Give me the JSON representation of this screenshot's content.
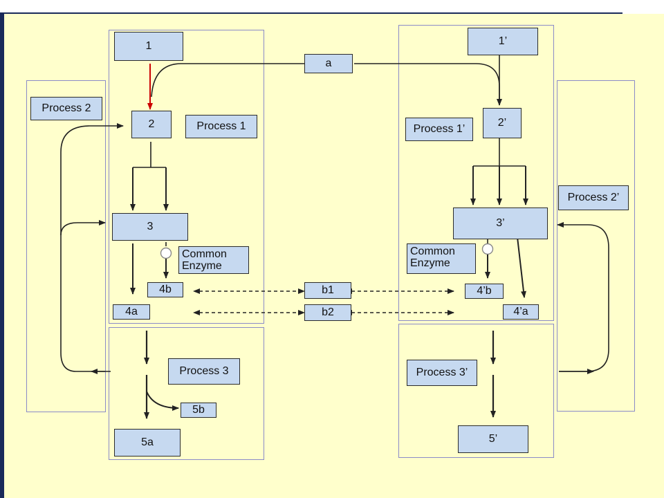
{
  "nodes": {
    "n1": "1",
    "n2": "2",
    "n3": "3",
    "n4a": "4a",
    "n4b": "4b",
    "n5a": "5a",
    "n5b": "5b",
    "na": "a",
    "nb1": "b1",
    "nb2": "b2",
    "n1p": "1’",
    "n2p": "2’",
    "n3p": "3’",
    "n4pa": "4’a",
    "n4pb": "4’b",
    "n5p": "5’"
  },
  "labels": {
    "process1": "Process 1",
    "process2": "Process 2",
    "process3": "Process 3",
    "process1p": "Process 1’",
    "process2p": "Process 2’",
    "process3p": "Process 3’",
    "enzyme_left": "Common Enzyme",
    "enzyme_right": "Common Enzyme"
  },
  "colors": {
    "background": "#ffffcc",
    "box_fill": "#c6d9f0",
    "panel_border": "#8a8ac8",
    "highlight_arrow": "#cc0000"
  }
}
